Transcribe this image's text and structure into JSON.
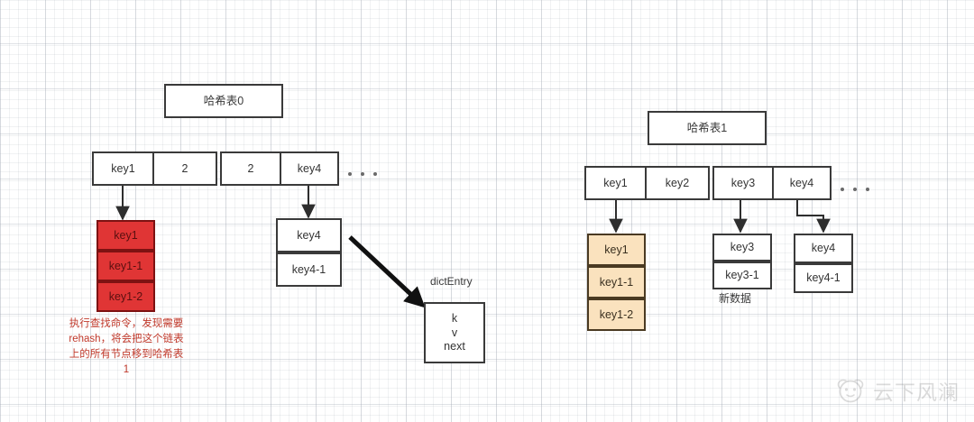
{
  "diagram": {
    "title_left": "哈希表0",
    "title_right": "哈希表1",
    "watermark": "云下风澜",
    "colors": {
      "red_fill": "#e03535",
      "red_border": "#7d1212",
      "orange_fill": "#fae2be",
      "orange_border": "#4a3a22",
      "box_border": "#3a3a3a",
      "annotation": "#c0392b"
    }
  },
  "hash_table_0": {
    "title": "哈希表0",
    "bucket_cells": [
      "key1",
      "2",
      "2",
      "key4"
    ],
    "ellipsis": "...",
    "chain_key1": {
      "nodes": [
        "key1",
        "key1-1",
        "key1-2"
      ],
      "style": "red",
      "annotation": "执行查找命令，发现需要rehash，将会把这个链表上的所有节点移到哈希表1"
    },
    "chain_key4": {
      "nodes": [
        "key4",
        "key4-1"
      ],
      "style": "white"
    }
  },
  "dict_entry": {
    "label": "dictEntry",
    "fields": [
      "k",
      "v",
      "next"
    ]
  },
  "hash_table_1": {
    "title": "哈希表1",
    "bucket_cells": [
      "key1",
      "key2",
      "key3",
      "key4"
    ],
    "ellipsis": "...",
    "chain_key1": {
      "nodes": [
        "key1",
        "key1-1",
        "key1-2"
      ],
      "style": "orange"
    },
    "chain_key3": {
      "nodes": [
        "key3",
        "key3-1"
      ],
      "style": "white",
      "caption": "新数据"
    },
    "chain_key4": {
      "nodes": [
        "key4",
        "key4-1"
      ],
      "style": "white"
    }
  }
}
